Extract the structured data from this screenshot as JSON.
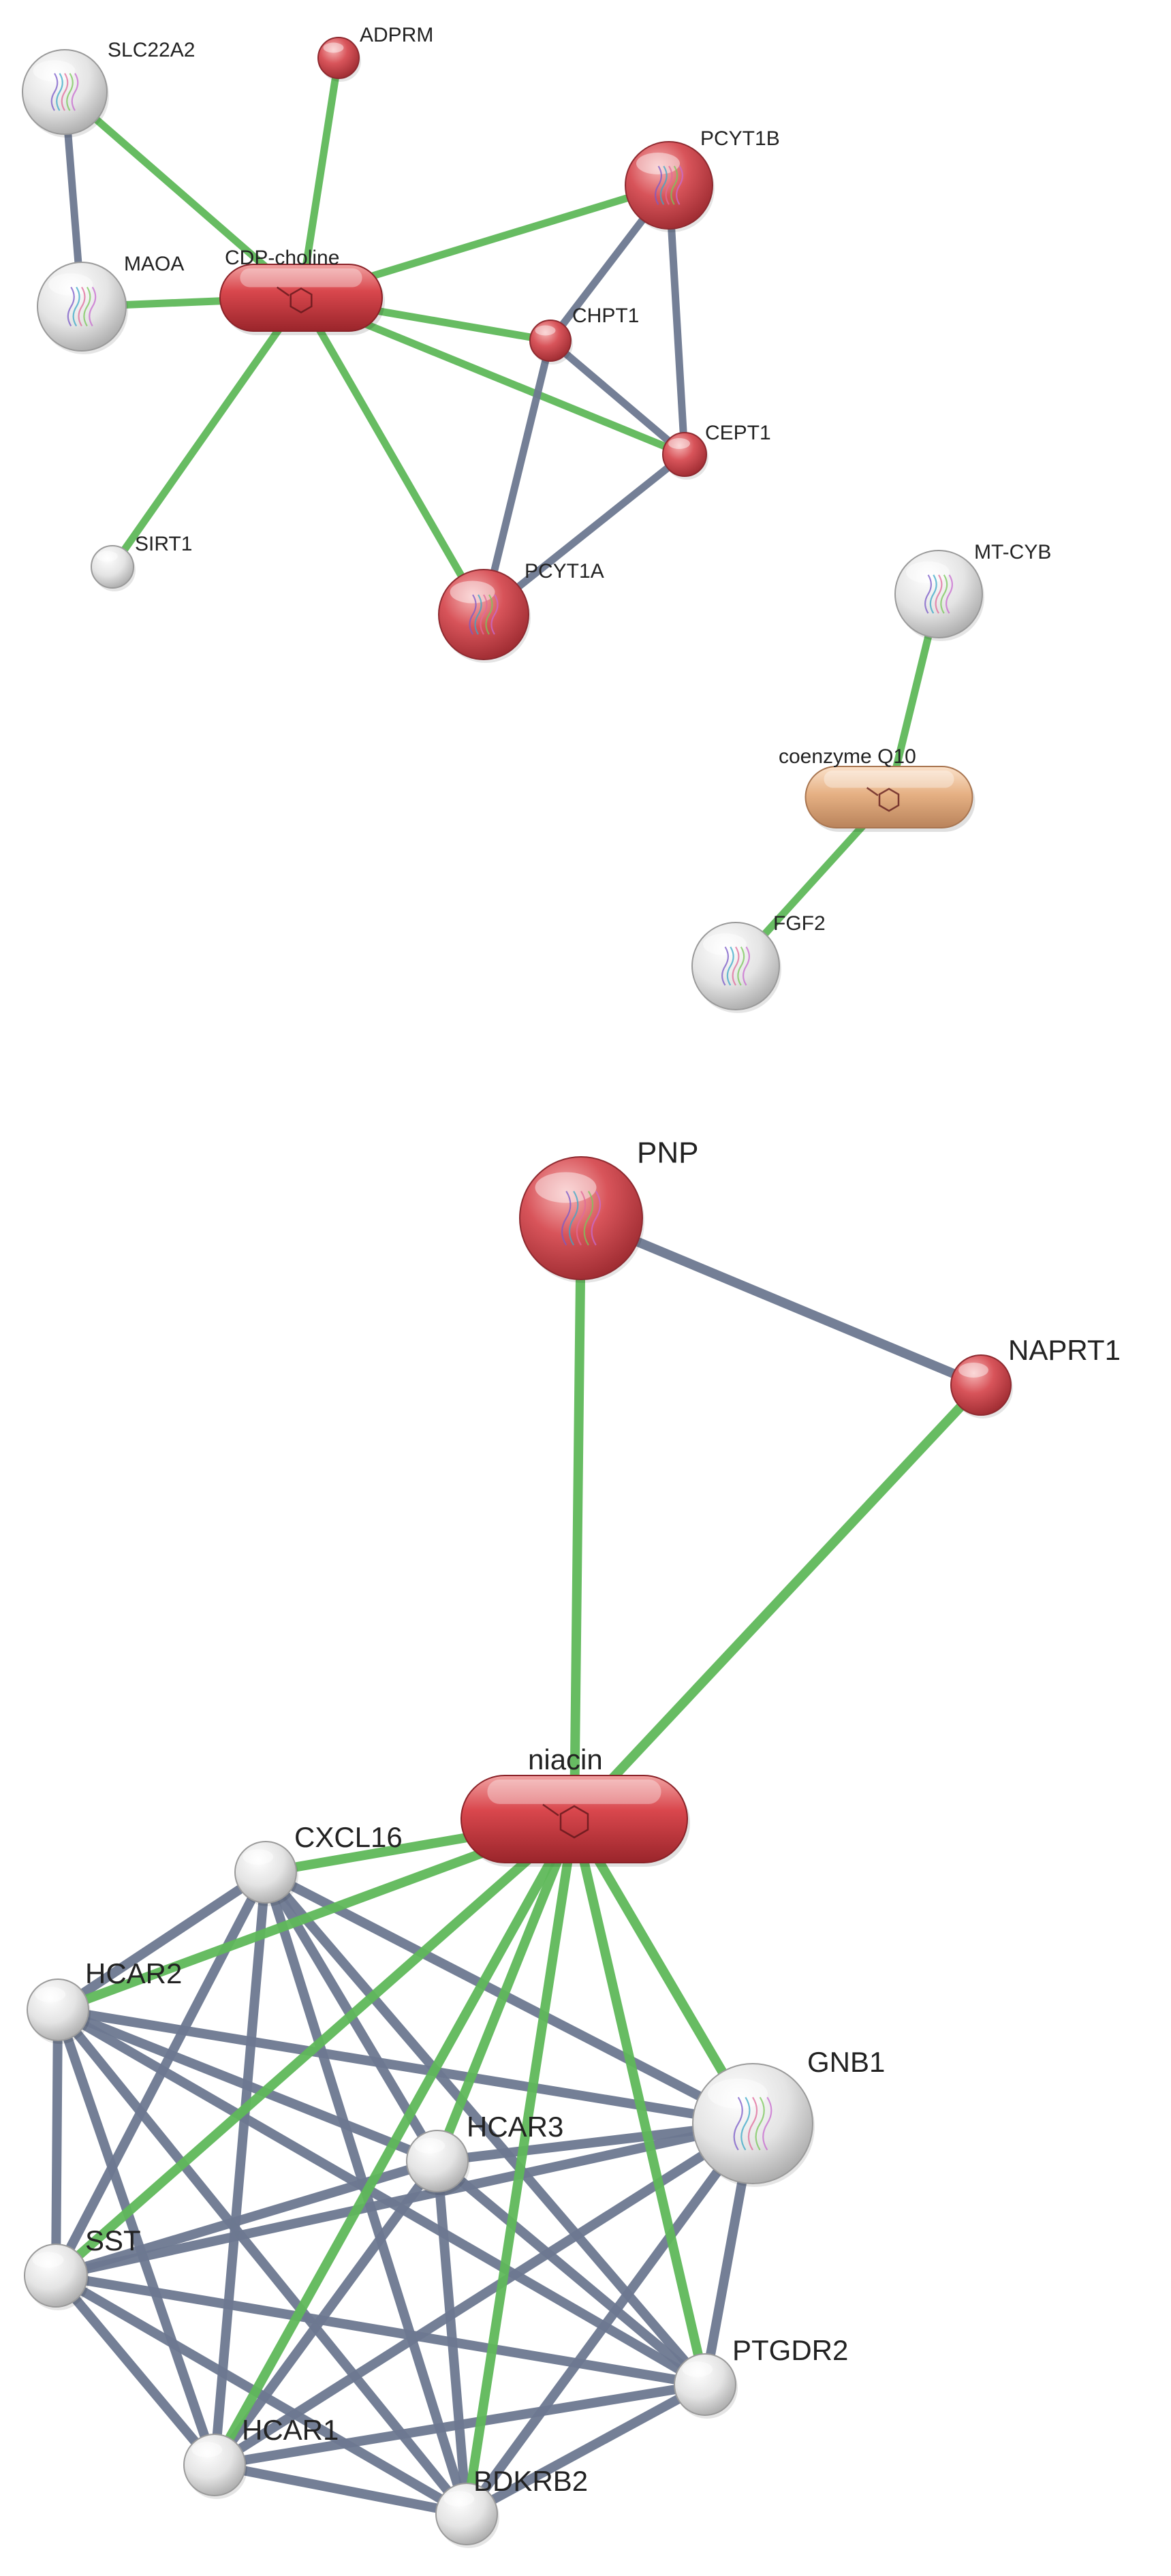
{
  "colors": {
    "edge_predicted": "#5fb85a",
    "edge_known": "#6d7890",
    "node_red": "#d44a52",
    "node_white": "#e8e8e8",
    "node_tan": "#e7b48a"
  },
  "panels": [
    {
      "nodes": [
        {
          "id": "SLC22A2",
          "label": "SLC22A2",
          "kind": "white",
          "structure_icon": "protein-structure-icon"
        },
        {
          "id": "ADPRM",
          "label": "ADPRM",
          "kind": "red"
        },
        {
          "id": "PCYT1B",
          "label": "PCYT1B",
          "kind": "red",
          "structure_icon": "protein-structure-icon"
        },
        {
          "id": "CDP-choline",
          "label": "CDP-choline",
          "kind": "red-pill",
          "structure_icon": "molecule-icon"
        },
        {
          "id": "MAOA",
          "label": "MAOA",
          "kind": "white",
          "structure_icon": "protein-structure-icon"
        },
        {
          "id": "CHPT1",
          "label": "CHPT1",
          "kind": "red"
        },
        {
          "id": "CEPT1",
          "label": "CEPT1",
          "kind": "red"
        },
        {
          "id": "SIRT1",
          "label": "SIRT1",
          "kind": "white"
        },
        {
          "id": "PCYT1A",
          "label": "PCYT1A",
          "kind": "red",
          "structure_icon": "protein-structure-icon"
        }
      ],
      "edges": [
        {
          "from": "SLC22A2",
          "to": "CDP-choline",
          "type": "predicted"
        },
        {
          "from": "SLC22A2",
          "to": "MAOA",
          "type": "known"
        },
        {
          "from": "ADPRM",
          "to": "CDP-choline",
          "type": "predicted"
        },
        {
          "from": "MAOA",
          "to": "CDP-choline",
          "type": "predicted"
        },
        {
          "from": "CDP-choline",
          "to": "PCYT1B",
          "type": "predicted"
        },
        {
          "from": "CDP-choline",
          "to": "CHPT1",
          "type": "predicted"
        },
        {
          "from": "CDP-choline",
          "to": "CEPT1",
          "type": "predicted"
        },
        {
          "from": "CDP-choline",
          "to": "PCYT1A",
          "type": "predicted"
        },
        {
          "from": "CDP-choline",
          "to": "SIRT1",
          "type": "predicted"
        },
        {
          "from": "PCYT1B",
          "to": "CHPT1",
          "type": "known"
        },
        {
          "from": "PCYT1B",
          "to": "CEPT1",
          "type": "known"
        },
        {
          "from": "CHPT1",
          "to": "CEPT1",
          "type": "known"
        },
        {
          "from": "CHPT1",
          "to": "PCYT1A",
          "type": "known"
        },
        {
          "from": "CEPT1",
          "to": "PCYT1A",
          "type": "known"
        }
      ]
    },
    {
      "nodes": [
        {
          "id": "MT-CYB",
          "label": "MT-CYB",
          "kind": "white",
          "structure_icon": "protein-structure-icon"
        },
        {
          "id": "coenzyme Q10",
          "label": "coenzyme Q10",
          "kind": "tan-pill",
          "structure_icon": "molecule-icon"
        },
        {
          "id": "FGF2",
          "label": "FGF2",
          "kind": "white",
          "structure_icon": "protein-structure-icon"
        }
      ],
      "edges": [
        {
          "from": "MT-CYB",
          "to": "coenzyme Q10",
          "type": "predicted"
        },
        {
          "from": "coenzyme Q10",
          "to": "FGF2",
          "type": "predicted"
        }
      ]
    },
    {
      "nodes": [
        {
          "id": "PNP",
          "label": "PNP",
          "kind": "red",
          "structure_icon": "protein-structure-icon"
        },
        {
          "id": "NAPRT1",
          "label": "NAPRT1",
          "kind": "red"
        },
        {
          "id": "niacin",
          "label": "niacin",
          "kind": "red-pill",
          "structure_icon": "molecule-icon"
        },
        {
          "id": "CXCL16",
          "label": "CXCL16",
          "kind": "white"
        },
        {
          "id": "HCAR2",
          "label": "HCAR2",
          "kind": "white"
        },
        {
          "id": "GNB1",
          "label": "GNB1",
          "kind": "white",
          "structure_icon": "protein-structure-icon"
        },
        {
          "id": "HCAR3",
          "label": "HCAR3",
          "kind": "white"
        },
        {
          "id": "SST",
          "label": "SST",
          "kind": "white"
        },
        {
          "id": "PTGDR2",
          "label": "PTGDR2",
          "kind": "white"
        },
        {
          "id": "HCAR1",
          "label": "HCAR1",
          "kind": "white"
        },
        {
          "id": "BDKRB2",
          "label": "BDKRB2",
          "kind": "white"
        }
      ],
      "edges": [
        {
          "from": "PNP",
          "to": "NAPRT1",
          "type": "known"
        },
        {
          "from": "PNP",
          "to": "niacin",
          "type": "predicted"
        },
        {
          "from": "NAPRT1",
          "to": "niacin",
          "type": "predicted"
        },
        {
          "from": "CXCL16",
          "to": "HCAR2",
          "type": "known"
        },
        {
          "from": "CXCL16",
          "to": "SST",
          "type": "known"
        },
        {
          "from": "CXCL16",
          "to": "HCAR3",
          "type": "known"
        },
        {
          "from": "CXCL16",
          "to": "GNB1",
          "type": "known"
        },
        {
          "from": "CXCL16",
          "to": "PTGDR2",
          "type": "known"
        },
        {
          "from": "CXCL16",
          "to": "BDKRB2",
          "type": "known"
        },
        {
          "from": "CXCL16",
          "to": "HCAR1",
          "type": "known"
        },
        {
          "from": "HCAR2",
          "to": "SST",
          "type": "known"
        },
        {
          "from": "HCAR2",
          "to": "HCAR3",
          "type": "known"
        },
        {
          "from": "HCAR2",
          "to": "GNB1",
          "type": "known"
        },
        {
          "from": "HCAR2",
          "to": "PTGDR2",
          "type": "known"
        },
        {
          "from": "HCAR2",
          "to": "BDKRB2",
          "type": "known"
        },
        {
          "from": "HCAR2",
          "to": "HCAR1",
          "type": "known"
        },
        {
          "from": "SST",
          "to": "HCAR3",
          "type": "known"
        },
        {
          "from": "SST",
          "to": "GNB1",
          "type": "known"
        },
        {
          "from": "SST",
          "to": "PTGDR2",
          "type": "known"
        },
        {
          "from": "SST",
          "to": "HCAR1",
          "type": "known"
        },
        {
          "from": "SST",
          "to": "BDKRB2",
          "type": "known"
        },
        {
          "from": "HCAR3",
          "to": "GNB1",
          "type": "known"
        },
        {
          "from": "HCAR3",
          "to": "PTGDR2",
          "type": "known"
        },
        {
          "from": "HCAR3",
          "to": "HCAR1",
          "type": "known"
        },
        {
          "from": "HCAR3",
          "to": "BDKRB2",
          "type": "known"
        },
        {
          "from": "GNB1",
          "to": "PTGDR2",
          "type": "known"
        },
        {
          "from": "GNB1",
          "to": "HCAR1",
          "type": "known"
        },
        {
          "from": "GNB1",
          "to": "BDKRB2",
          "type": "known"
        },
        {
          "from": "PTGDR2",
          "to": "HCAR1",
          "type": "known"
        },
        {
          "from": "PTGDR2",
          "to": "BDKRB2",
          "type": "known"
        },
        {
          "from": "HCAR1",
          "to": "BDKRB2",
          "type": "known"
        },
        {
          "from": "niacin",
          "to": "CXCL16",
          "type": "predicted"
        },
        {
          "from": "niacin",
          "to": "HCAR2",
          "type": "predicted"
        },
        {
          "from": "niacin",
          "to": "SST",
          "type": "predicted"
        },
        {
          "from": "niacin",
          "to": "HCAR3",
          "type": "predicted"
        },
        {
          "from": "niacin",
          "to": "GNB1",
          "type": "predicted"
        },
        {
          "from": "niacin",
          "to": "PTGDR2",
          "type": "predicted"
        },
        {
          "from": "niacin",
          "to": "HCAR1",
          "type": "predicted"
        },
        {
          "from": "niacin",
          "to": "BDKRB2",
          "type": "predicted"
        }
      ]
    }
  ]
}
